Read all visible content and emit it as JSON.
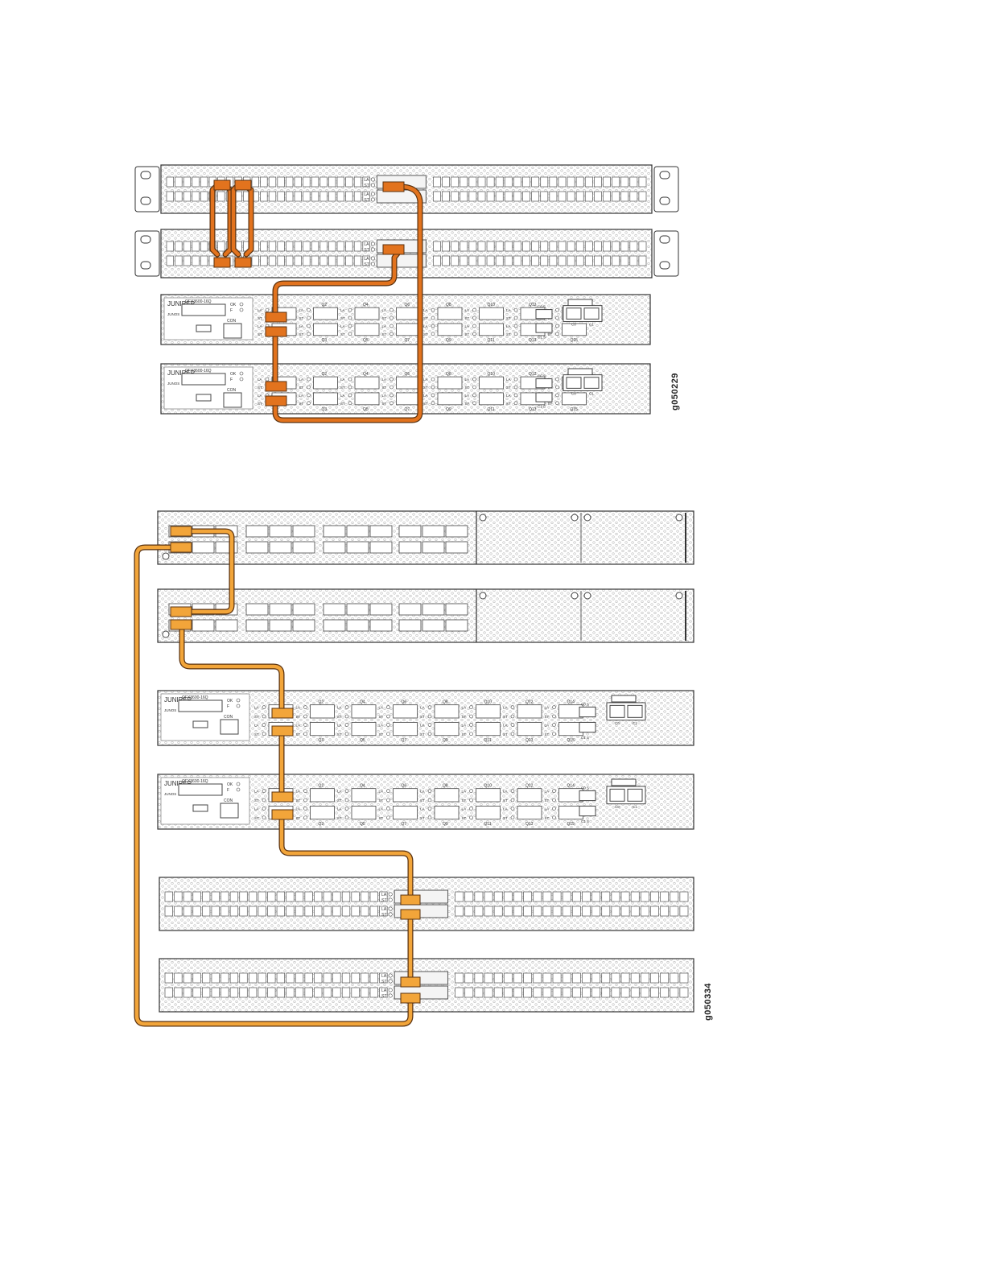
{
  "figures": [
    {
      "id": "g050229",
      "label": "g050229",
      "cable_color": "#e2731e",
      "devices": [
        {
          "kind": "48-port",
          "model": ""
        },
        {
          "kind": "48-port",
          "model": ""
        },
        {
          "kind": "qfx-16q",
          "model": "QFX3600-16Q",
          "brand": "JUNIPER",
          "os": "JUNOS",
          "port_labels_top": [
            "Q2",
            "Q4",
            "Q6",
            "Q8",
            "Q10",
            "Q12",
            "Q14"
          ],
          "port_labels_bottom": [
            "Q3",
            "Q5",
            "Q7",
            "Q9",
            "Q11",
            "Q13",
            "Q15"
          ],
          "misc_labels": [
            "CON",
            "C0 S",
            "C1 S",
            "C0",
            "C1"
          ]
        },
        {
          "kind": "qfx-16q",
          "model": "QFX3600-16Q",
          "brand": "JUNIPER",
          "os": "JUNOS",
          "port_labels_top": [
            "Q2",
            "Q4",
            "Q6",
            "Q8",
            "Q10",
            "Q12",
            "Q14"
          ],
          "port_labels_bottom": [
            "Q3",
            "Q5",
            "Q7",
            "Q9",
            "Q11",
            "Q13",
            "Q15"
          ],
          "misc_labels": [
            "CON",
            "C0 S",
            "C1 S",
            "C0",
            "C1"
          ]
        }
      ]
    },
    {
      "id": "g050334",
      "label": "g050334",
      "cable_color": "#f2a53a",
      "devices": [
        {
          "kind": "chassis",
          "model": ""
        },
        {
          "kind": "chassis",
          "model": ""
        },
        {
          "kind": "qfx-16q",
          "model": "QFX3600-16Q",
          "brand": "JUNIPER",
          "os": "JUNOS",
          "port_labels_top": [
            "Q2",
            "Q4",
            "Q6",
            "Q8",
            "Q10",
            "Q12",
            "Q14"
          ],
          "port_labels_bottom": [
            "Q3",
            "Q5",
            "Q7",
            "Q9",
            "Q11",
            "Q13",
            "Q15"
          ],
          "misc_labels": [
            "CON",
            "C0 S",
            "C1 S",
            "C0",
            "C1"
          ]
        },
        {
          "kind": "qfx-16q",
          "model": "QFX3600-16Q",
          "brand": "JUNIPER",
          "os": "JUNOS",
          "port_labels_top": [
            "Q2",
            "Q4",
            "Q6",
            "Q8",
            "Q10",
            "Q12",
            "Q14"
          ],
          "port_labels_bottom": [
            "Q3",
            "Q5",
            "Q7",
            "Q9",
            "Q11",
            "Q13",
            "Q15"
          ],
          "misc_labels": [
            "CON",
            "C0 S",
            "C1 S",
            "C0",
            "C1"
          ]
        },
        {
          "kind": "48-port",
          "model": ""
        },
        {
          "kind": "48-port",
          "model": ""
        }
      ]
    }
  ],
  "led_labels": {
    "status": [
      "OK",
      "F"
    ],
    "link": [
      "LA",
      "ST"
    ]
  }
}
